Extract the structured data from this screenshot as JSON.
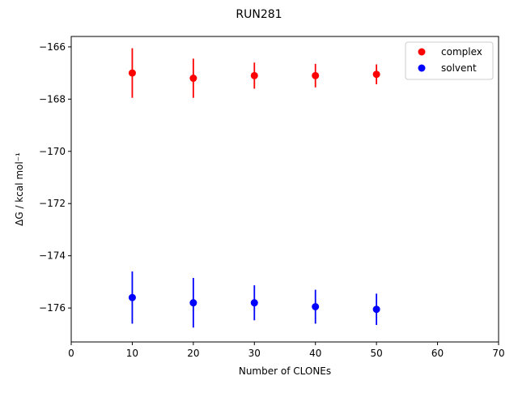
{
  "chart_data": {
    "type": "scatter",
    "title": "RUN281",
    "xlabel": "Number of CLONEs",
    "ylabel": "ΔG / kcal mol⁻¹",
    "xlim": [
      0,
      70
    ],
    "ylim": [
      -177.3,
      -165.6
    ],
    "xticks": [
      0,
      10,
      20,
      30,
      40,
      50,
      60,
      70
    ],
    "yticks": [
      -176,
      -174,
      -172,
      -170,
      -168,
      -166
    ],
    "grid": false,
    "legend_position": "top-right",
    "series": [
      {
        "name": "complex",
        "color": "#ff0000",
        "x": [
          10,
          20,
          30,
          40,
          50
        ],
        "y": [
          -167.0,
          -167.2,
          -167.1,
          -167.1,
          -167.05
        ],
        "yerr": [
          0.95,
          0.75,
          0.5,
          0.45,
          0.38
        ]
      },
      {
        "name": "solvent",
        "color": "#0000ff",
        "x": [
          10,
          20,
          30,
          40,
          50
        ],
        "y": [
          -175.6,
          -175.8,
          -175.8,
          -175.95,
          -176.05
        ],
        "yerr": [
          1.0,
          0.95,
          0.67,
          0.65,
          0.6
        ]
      }
    ]
  }
}
